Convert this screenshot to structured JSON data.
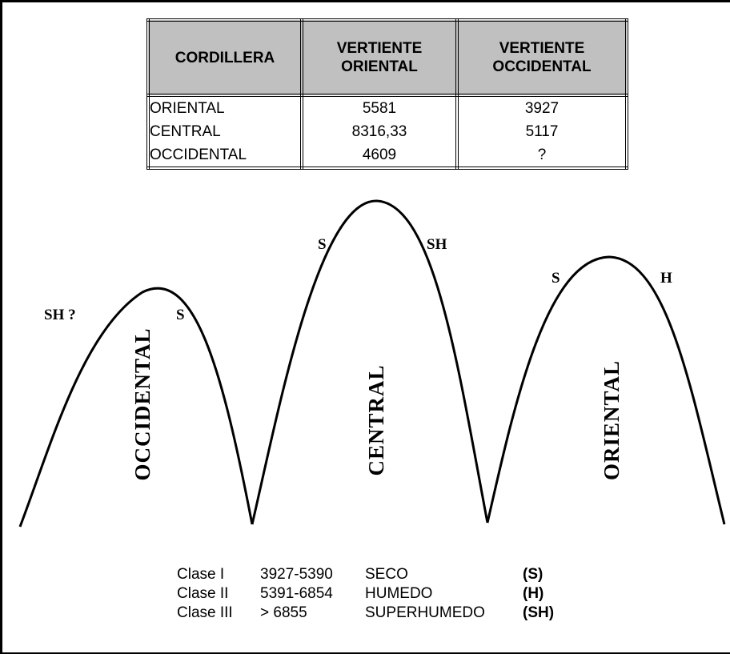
{
  "table": {
    "headers": [
      "CORDILLERA",
      "VERTIENTE ORIENTAL",
      "VERTIENTE OCCIDENTAL"
    ],
    "rows": [
      {
        "name": "ORIENTAL",
        "oriental": "5581",
        "occidental": "3927"
      },
      {
        "name": "CENTRAL",
        "oriental": "8316,33",
        "occidental": "5117"
      },
      {
        "name": "OCCIDENTAL",
        "oriental": "4609",
        "occidental": "?"
      }
    ]
  },
  "mountains": {
    "occidental": {
      "name": "OCCIDENTAL",
      "left_label": "SH ?",
      "right_label": "S"
    },
    "central": {
      "name": "CENTRAL",
      "left_label": "S",
      "right_label": "SH"
    },
    "oriental": {
      "name": "ORIENTAL",
      "left_label": "S",
      "right_label": "H"
    }
  },
  "legend": [
    {
      "clase": "Clase I",
      "range": "3927-5390",
      "label": "SECO",
      "code": "(S)"
    },
    {
      "clase": "Clase II",
      "range": "5391-6854",
      "label": "HUMEDO",
      "code": "(H)"
    },
    {
      "clase": "Clase III",
      "range": "> 6855",
      "label": "SUPERHUMEDO",
      "code": "(SH)"
    }
  ]
}
